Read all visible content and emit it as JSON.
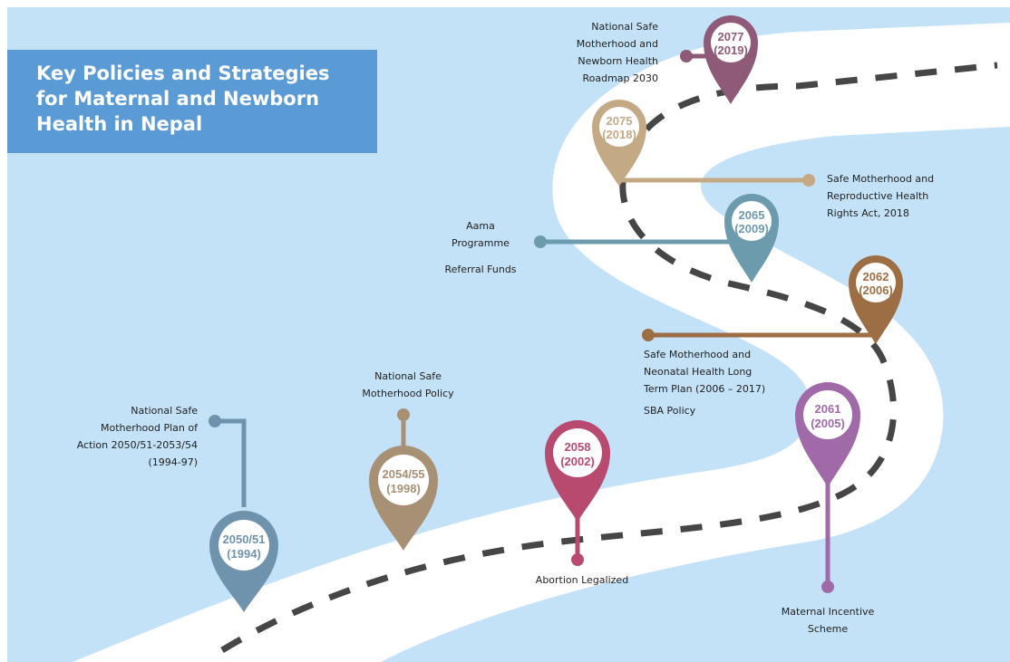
{
  "title": {
    "lines": [
      "Key Policies and Strategies",
      "for Maternal and Newborn",
      "Health in Nepal"
    ]
  },
  "colors": {
    "sky": "#c3e2f8",
    "road": "#ffffff",
    "dash": "#464646",
    "title_bg": "#5b9bd5"
  },
  "milestones": [
    {
      "id": "m1994",
      "year_bs": "2050/51",
      "year_ad": "(1994)",
      "color": "#6f93ac",
      "label": [
        "National Safe",
        "Motherhood Plan of",
        "Action 2050/51-2053/54",
        "(1994-97)"
      ]
    },
    {
      "id": "m1998",
      "year_bs": "2054/55",
      "year_ad": "(1998)",
      "color": "#a89074",
      "label": [
        "National Safe",
        "Motherhood Policy"
      ]
    },
    {
      "id": "m2002",
      "year_bs": "2058",
      "year_ad": "(2002)",
      "color": "#b8496f",
      "label": [
        "Abortion Legalized"
      ]
    },
    {
      "id": "m2005",
      "year_bs": "2061",
      "year_ad": "(2005)",
      "color": "#a06aa8",
      "label": [
        "Maternal Incentive",
        "Scheme"
      ]
    },
    {
      "id": "m2006",
      "year_bs": "2062",
      "year_ad": "(2006)",
      "color": "#9d6d43",
      "label": [
        "Safe Motherhood and",
        "Neonatal Health Long",
        "Term Plan (2006 – 2017)"
      ],
      "label_extra": "SBA Policy"
    },
    {
      "id": "m2009",
      "year_bs": "2065",
      "year_ad": "(2009)",
      "color": "#6d9bae",
      "label": [
        "Aama",
        "Programme"
      ],
      "label_extra": "Referral Funds"
    },
    {
      "id": "m2018",
      "year_bs": "2075",
      "year_ad": "(2018)",
      "color": "#c4a985",
      "label": [
        "Safe Motherhood and",
        "Reproductive Health",
        "Rights Act, 2018"
      ]
    },
    {
      "id": "m2019",
      "year_bs": "2077",
      "year_ad": "(2019)",
      "color": "#8f5a77",
      "label": [
        "National Safe",
        "Motherhood and",
        "Newborn Health",
        "Roadmap 2030"
      ]
    }
  ]
}
